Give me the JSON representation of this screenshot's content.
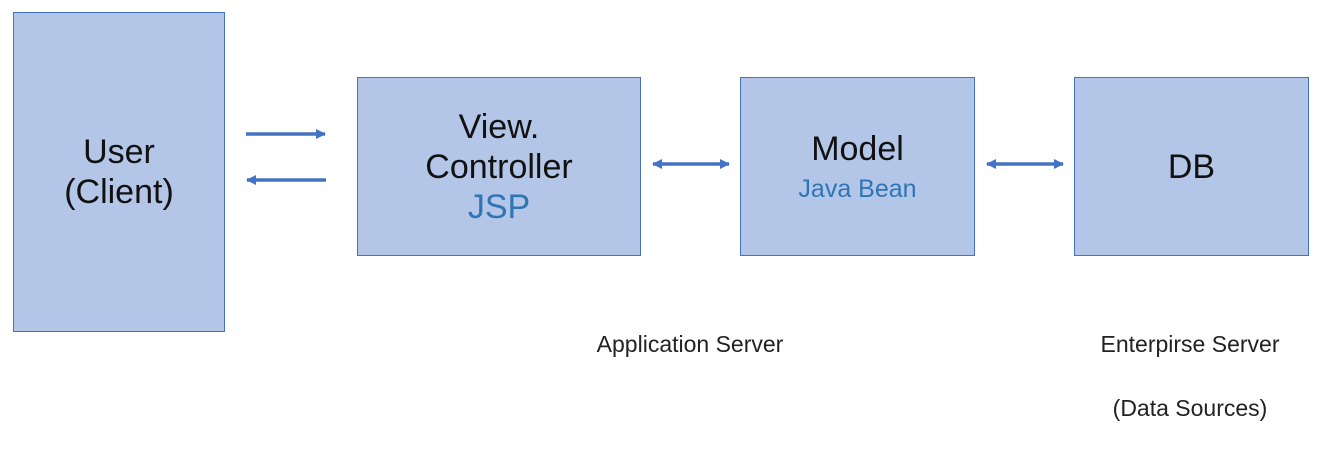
{
  "user_box": {
    "line1": "User",
    "line2": "(Client)"
  },
  "view_box": {
    "line1": "View.",
    "line2": "Controller",
    "tech": "JSP"
  },
  "model_box": {
    "title": "Model",
    "tech": "Java Bean"
  },
  "db_box": {
    "title": "DB"
  },
  "captions": {
    "app_server": "Application Server",
    "enterprise_server_line1": "Enterpirse Server",
    "enterprise_server_line2": "(Data Sources)"
  },
  "colors": {
    "box_fill": "#b4c6e7",
    "box_border": "#4472c4",
    "arrow": "#4472c4",
    "tech_label": "#2e75b6"
  }
}
